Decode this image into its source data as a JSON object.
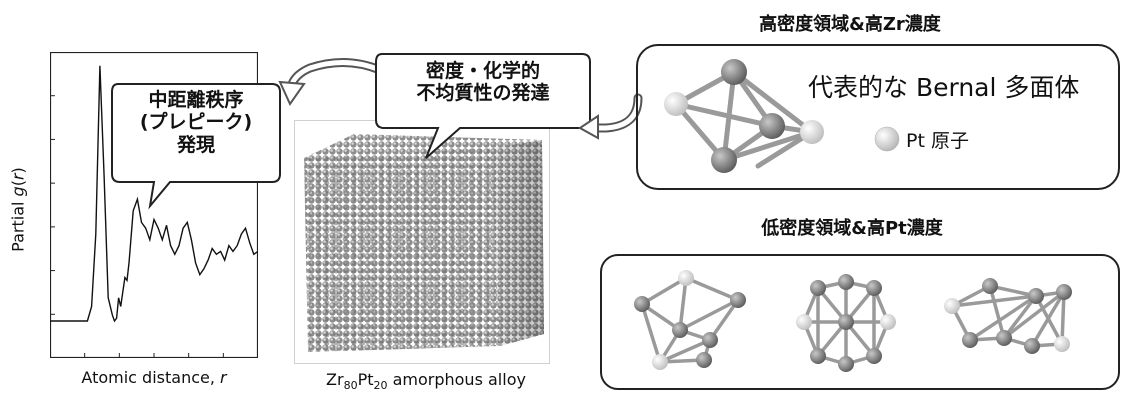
{
  "plot": {
    "ylabel_pre": "Partial ",
    "ylabel_g": "g",
    "ylabel_open": "(",
    "ylabel_r": "r",
    "ylabel_close": ")",
    "xlabel_pre": "Atomic distance, ",
    "xlabel_r": "r"
  },
  "chart_data": {
    "type": "line",
    "xlabel": "Atomic distance, r",
    "ylabel": "Partial g(r)",
    "series": [
      {
        "x": [
          0,
          0.08,
          0.14,
          0.18,
          0.2,
          0.22,
          0.24,
          0.26,
          0.28,
          0.3,
          0.31,
          0.32,
          0.33,
          0.34,
          0.35,
          0.36,
          0.37,
          0.38,
          0.4,
          0.42,
          0.44,
          0.46,
          0.48,
          0.5,
          0.52,
          0.54,
          0.56,
          0.58,
          0.6,
          0.62,
          0.64,
          0.66,
          0.68,
          0.7,
          0.72,
          0.74,
          0.76,
          0.78,
          0.8,
          0.82,
          0.84,
          0.86,
          0.88,
          0.9,
          0.92,
          0.94,
          0.96,
          0.98,
          1.0
        ],
        "y": [
          0.1,
          0.1,
          0.1,
          0.1,
          0.15,
          0.4,
          0.98,
          0.6,
          0.18,
          0.12,
          0.1,
          0.11,
          0.18,
          0.15,
          0.2,
          0.25,
          0.24,
          0.3,
          0.48,
          0.52,
          0.44,
          0.42,
          0.38,
          0.45,
          0.42,
          0.38,
          0.43,
          0.36,
          0.33,
          0.36,
          0.42,
          0.44,
          0.38,
          0.3,
          0.26,
          0.28,
          0.31,
          0.35,
          0.33,
          0.34,
          0.31,
          0.36,
          0.34,
          0.36,
          0.4,
          0.42,
          0.37,
          0.33,
          0.34
        ]
      }
    ]
  },
  "callout_order": {
    "line1": "中距離秩序",
    "line2": "(プレピーク)",
    "line3": "発現"
  },
  "callout_density": {
    "line1": "密度・化学的",
    "line2": "不均質性の発達"
  },
  "alloy": {
    "zr": "Zr",
    "zr_sub": "80",
    "pt": "Pt",
    "pt_sub": "20",
    "rest": " amorphous alloy"
  },
  "high_density": {
    "title": "高密度領域&高Zr濃度",
    "bernal": "代表的な Bernal 多面体",
    "pt_atom": "Pt 原子"
  },
  "low_density": {
    "title": "低密度領域&高Pt濃度"
  },
  "colors": {
    "zr_atom": "#7a7a7a",
    "pt_atom": "#f2f2f2",
    "bond": "#9a9a9a"
  }
}
